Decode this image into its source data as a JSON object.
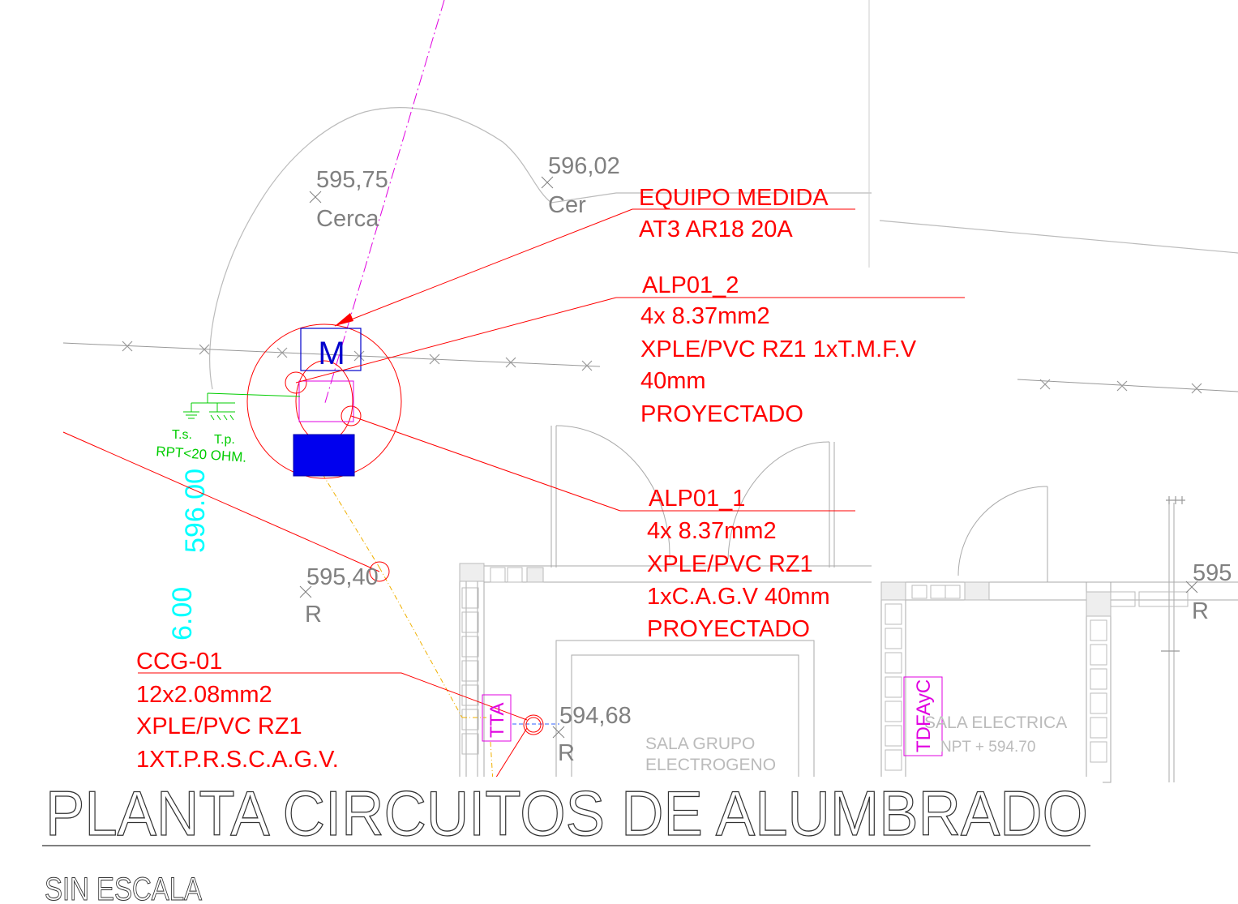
{
  "colors": {
    "annotation": "#ff0000",
    "elevation_text": "#808080",
    "building": "#aaaaaa",
    "meter": "#0000cc",
    "panel": "#e000e0",
    "grounding": "#00cc00",
    "contour": "#00ffff",
    "feeder": "#f0b000",
    "background": "#ffffff"
  },
  "labels": {
    "equipo_medida": [
      "EQUIPO MEDIDA",
      "AT3 AR18 20A"
    ],
    "alp01_2": [
      "ALP01_2",
      "4x 8.37mm2",
      "XPLE/PVC RZ1 1xT.M.F.V",
      "40mm",
      "PROYECTADO"
    ],
    "alp01_1": [
      "ALP01_1",
      "4x 8.37mm2",
      "XPLE/PVC RZ1",
      "1xC.A.G.V 40mm",
      "PROYECTADO"
    ],
    "ccg01": [
      "CCG-01",
      "12x2.08mm2",
      "XPLE/PVC RZ1",
      "1XT.P.R.S.C.A.G.V."
    ]
  },
  "elevations": {
    "e1": {
      "value": "595,75",
      "tag": "Cerca"
    },
    "e2": {
      "value": "596,02",
      "tag": "Cer"
    },
    "e3": {
      "value": "595,40",
      "tag": "R"
    },
    "e4": {
      "value": "594,68",
      "tag": "R"
    },
    "e5": {
      "value": "595",
      "tag": "R"
    }
  },
  "meter_letter": "M",
  "grounding": {
    "ts": "T.s.",
    "tp": "T.p.",
    "rpt": "RPT<20 OHM."
  },
  "contours": {
    "c1": "596.00",
    "c2": "6.00"
  },
  "panels": {
    "tta": "TTA",
    "tdfayc": "TDFAyC"
  },
  "rooms": {
    "grupo": [
      "SALA GRUPO",
      "ELECTROGENO"
    ],
    "electrica": [
      "SALA ELECTRICA",
      "NPT +  594.70"
    ]
  },
  "title": "PLANTA CIRCUITOS DE ALUMBRADO",
  "subtitle": "SIN ESCALA"
}
